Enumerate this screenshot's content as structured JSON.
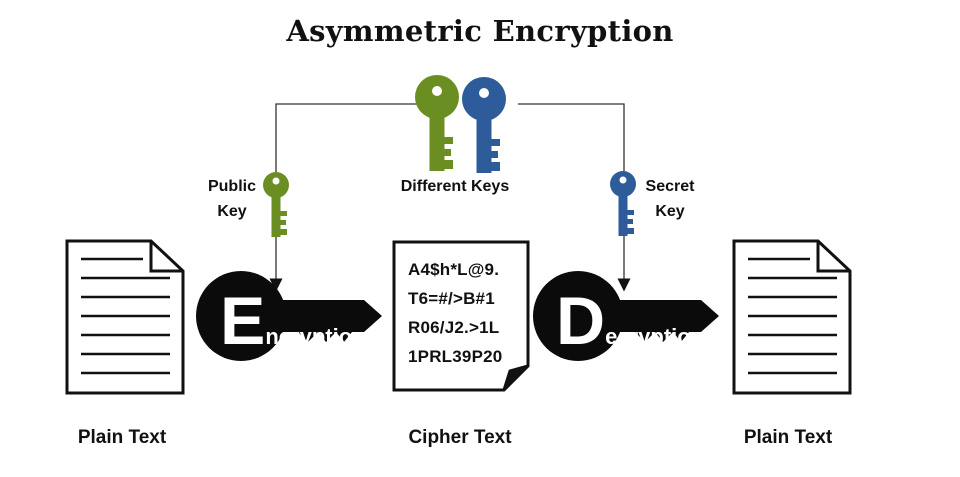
{
  "title": "Asymmetric Encryption",
  "labels": {
    "public_key_line1": "Public",
    "public_key_line2": "Key",
    "different_keys": "Different Keys",
    "secret_key_line1": "Secret",
    "secret_key_line2": "Key",
    "plain_text_left": "Plain Text",
    "cipher_text": "Cipher Text",
    "plain_text_right": "Plain Text"
  },
  "encryption_key": {
    "first_letter": "E",
    "rest": "ncryption"
  },
  "decryption_key": {
    "first_letter": "D",
    "rest": "ecryption"
  },
  "cipher_lines": [
    "A4$h*L@9.",
    "T6=#/>B#1",
    "R06/J2.>1L",
    "1PRL39P20"
  ],
  "colors": {
    "public_key": "#6b8e23",
    "secret_key": "#2e5b9a",
    "key_shape": "#0b0b0b",
    "outline": "#111111"
  },
  "icons": [
    "document-icon",
    "cipher-document-icon",
    "green-key-icon",
    "blue-key-icon",
    "encryption-key-icon",
    "decryption-key-icon"
  ]
}
